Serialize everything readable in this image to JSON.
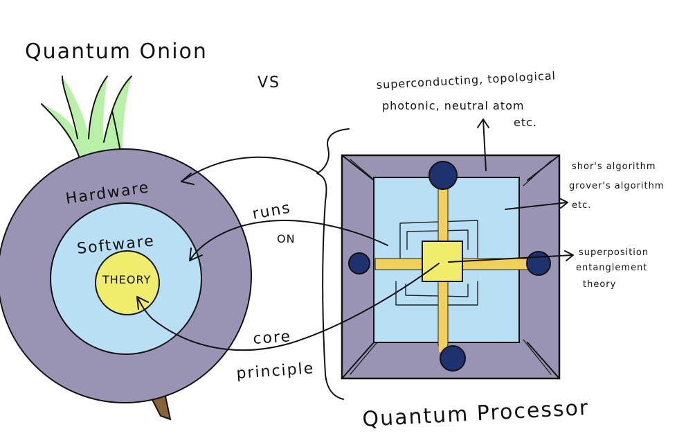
{
  "title": "Quantum Onion",
  "vs": "VS",
  "processor_title": "Quantum Processor",
  "onion": {
    "layers": {
      "hardware": "Hardware",
      "software": "Software",
      "theory": "THEORY"
    }
  },
  "arrows": {
    "runs": "runs",
    "on": "ON",
    "core": "core",
    "principle": "principle"
  },
  "annotations": {
    "hardware_types": [
      "superconducting, topological",
      "photonic, neutral atom",
      "etc."
    ],
    "algorithms": [
      "shor's algorithm",
      "grover's algorithm",
      "etc."
    ],
    "theory_terms": [
      "superposition",
      "entanglement",
      "theory"
    ]
  },
  "colors": {
    "leaves": "#b8f0a8",
    "hardware": "#9a94b4",
    "software": "#b8dff3",
    "theory": "#f0ec6e",
    "qubit": "#1e3270",
    "wire": "#f0cf5a",
    "root": "#8a6238",
    "ink": "#111111"
  }
}
